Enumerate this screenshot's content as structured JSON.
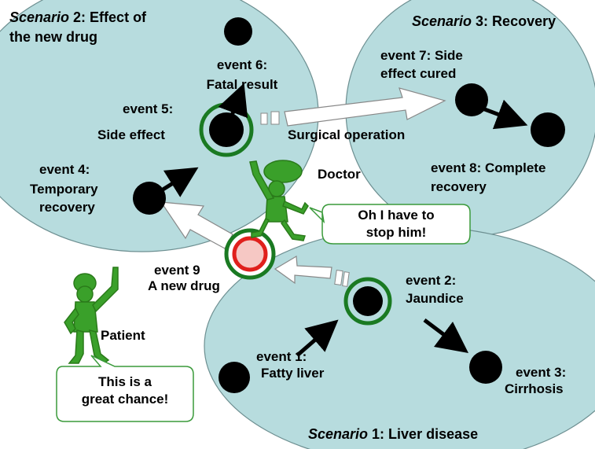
{
  "scenarios": {
    "s1": {
      "prefix": "Scenario",
      "title": " 1:  Liver disease"
    },
    "s2": {
      "prefix": "Scenario",
      "title_line1": " 2: Effect of",
      "title_line2": "the new drug"
    },
    "s3": {
      "prefix": "Scenario",
      "title": " 3: Recovery"
    }
  },
  "events": {
    "e1": {
      "line1": "event 1:",
      "line2": "Fatty liver"
    },
    "e2": {
      "line1": "event 2:",
      "line2": "Jaundice"
    },
    "e3": {
      "line1": "event 3:",
      "line2": "Cirrhosis"
    },
    "e4": {
      "line1": "event 4:",
      "line2": "Temporary",
      "line3": "recovery"
    },
    "e5": {
      "line1": "event 5:",
      "line2": "Side effect"
    },
    "e6": {
      "line1": "event 6:",
      "line2": "Fatal result"
    },
    "e7": {
      "line1": "event 7: Side",
      "line2": "effect cured"
    },
    "e8": {
      "line1": "event 8: Complete",
      "line2": "recovery"
    },
    "e9": {
      "line1": "event 9",
      "line2": "A new drug"
    }
  },
  "actors": {
    "doctor": "Doctor",
    "patient": "Patient"
  },
  "speech": {
    "doctor_line1": "Oh I have to",
    "doctor_line2": "stop him!",
    "patient_line1": "This is a",
    "patient_line2": "great chance!"
  },
  "transition_label": "Surgical operation",
  "colors": {
    "scenario_fill": "#b7dcde",
    "scenario_stroke": "#6d8f91",
    "event_node": "#000000",
    "ring_green": "#1a7a22",
    "ring_red": "#e0201c",
    "figure_green": "#3aa02a",
    "bubble_border": "#3a9a3a"
  }
}
